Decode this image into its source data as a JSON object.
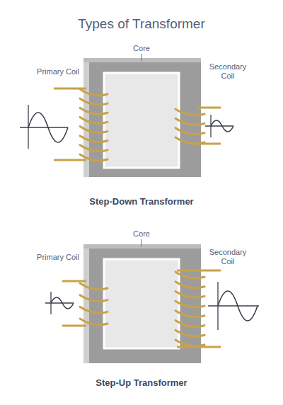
{
  "diagram": {
    "title": "Types of Transformer",
    "labels": [
      "Core",
      "Primary Coil",
      "Secondary Coil",
      "Step-Down Transformer",
      "Core",
      "Primary Coil",
      "Secondary Coil",
      "Step-Up Transformer"
    ]
  }
}
